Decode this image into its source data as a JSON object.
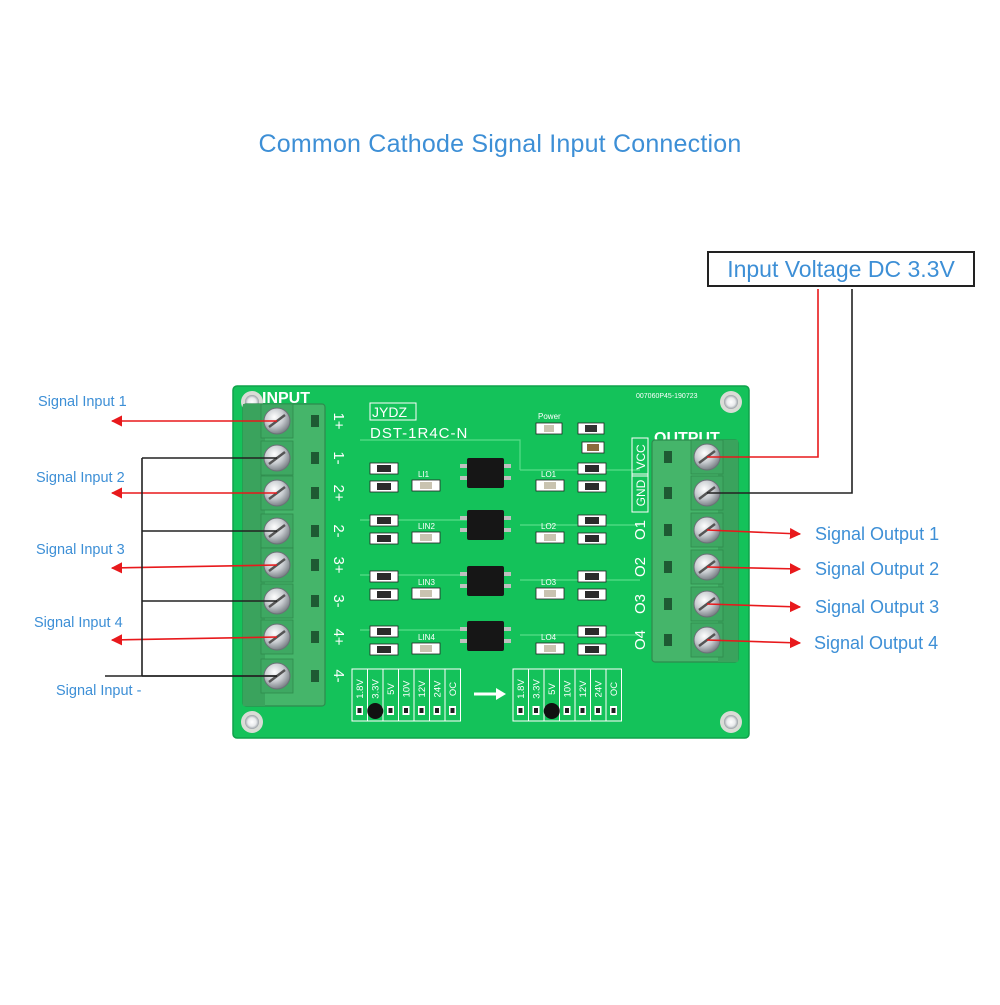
{
  "title": "Common Cathode Signal Input Connection",
  "voltage_box": {
    "text": "Input Voltage DC 3.3V"
  },
  "input_labels": [
    "Signal Input 1",
    "Signal Input 2",
    "Signal Input 3",
    "Signal Input 4",
    "Signal Input -"
  ],
  "output_labels": [
    "Signal Output 1",
    "Signal Output 2",
    "Signal Output 3",
    "Signal Output 4"
  ],
  "board": {
    "brand": "JYDZ",
    "model": "DST-1R4C-N",
    "serial": "007060P45-190723",
    "input_header": "INPUT",
    "output_header": "OUTPUT",
    "power_label": "Power",
    "input_terminals": [
      "1+",
      "1-",
      "2+",
      "2-",
      "3+",
      "3-",
      "4+",
      "4-"
    ],
    "output_terminals": [
      "VCC",
      "GND",
      "O1",
      "O2",
      "O3",
      "O4"
    ],
    "input_leds": [
      "LI1",
      "LIN2",
      "LIN3",
      "LIN4"
    ],
    "output_leds": [
      "LO1",
      "LO2",
      "LO3",
      "LO4"
    ],
    "voltage_selector": [
      "1.8V",
      "3.3V",
      "5V",
      "10V",
      "12V",
      "24V",
      "OC"
    ],
    "colors": {
      "pcb": "#14c25a",
      "terminal": "#45b56a",
      "wire_signal": "#e8191c",
      "wire_common": "#222222",
      "label": "#3d8fd6"
    }
  }
}
